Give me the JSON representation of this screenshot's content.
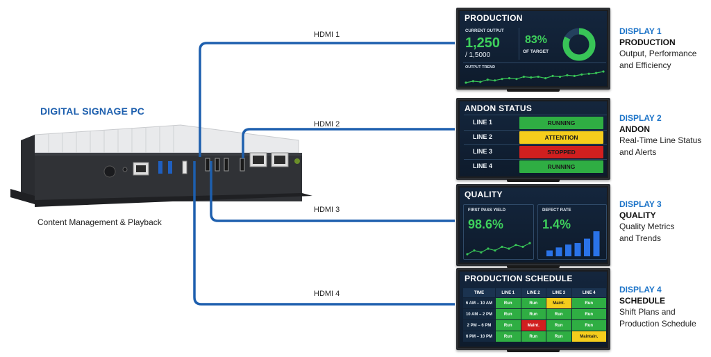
{
  "pc": {
    "title": "DIGITAL SIGNAGE PC",
    "caption": "Content Management & Playback"
  },
  "colors": {
    "cable": "#1d5fae",
    "accent_blue": "#1d74c8",
    "run_green": "#2fae43",
    "attention_yellow": "#f5cd1c",
    "stopped_red": "#d11f1f"
  },
  "cables": {
    "hdmi1": "HDMI 1",
    "hdmi2": "HDMI 2",
    "hdmi3": "HDMI 3",
    "hdmi4": "HDMI 4"
  },
  "display1": {
    "title": "PRODUCTION",
    "current_output_label": "CURRENT OUTPUT",
    "current_output": "1,250",
    "target": "/ 1,5000",
    "percent": "83%",
    "percent_label": "OF TARGET",
    "percent_value": 83,
    "trend_label": "OUTPUT TREND",
    "trend_values": [
      4,
      6,
      5,
      8,
      7,
      9,
      10,
      9,
      12,
      11,
      12,
      10,
      13,
      12,
      14,
      13,
      15,
      16,
      17,
      19
    ]
  },
  "display2": {
    "title": "ANDON STATUS",
    "rows": [
      {
        "line": "LINE 1",
        "status": "RUNNING",
        "state": "run"
      },
      {
        "line": "LINE 2",
        "status": "ATTENTION",
        "state": "maint"
      },
      {
        "line": "LINE 3",
        "status": "STOPPED",
        "state": "stop"
      },
      {
        "line": "LINE 4",
        "status": "RUNNING",
        "state": "run"
      }
    ]
  },
  "display3": {
    "title": "QUALITY",
    "fpy_label": "FIRST PASS YIELD",
    "fpy_value": "98.6%",
    "fpy_trend": [
      3,
      5,
      4,
      6,
      5,
      7,
      6,
      8,
      7,
      9
    ],
    "defect_label": "DEFECT RATE",
    "defect_value": "1.4%",
    "defect_bars": [
      2,
      3,
      4,
      4.5,
      6,
      8.5
    ]
  },
  "display4": {
    "title": "PRODUCTION SCHEDULE",
    "headers": [
      "TIME",
      "LINE 1",
      "LINE 2",
      "LINE 3",
      "LINE 4"
    ],
    "rows": [
      {
        "time": "6 AM – 10 AM",
        "cells": [
          {
            "t": "Run",
            "s": "run"
          },
          {
            "t": "Run",
            "s": "run"
          },
          {
            "t": "Maint.",
            "s": "maint"
          },
          {
            "t": "Run",
            "s": "run"
          }
        ]
      },
      {
        "time": "10 AM – 2 PM",
        "cells": [
          {
            "t": "Run",
            "s": "run"
          },
          {
            "t": "Run",
            "s": "run"
          },
          {
            "t": "Run",
            "s": "run"
          },
          {
            "t": "Run",
            "s": "run"
          }
        ]
      },
      {
        "time": "2 PM – 6 PM",
        "cells": [
          {
            "t": "Run",
            "s": "run"
          },
          {
            "t": "Maint.",
            "s": "stop"
          },
          {
            "t": "Run",
            "s": "run"
          },
          {
            "t": "Run",
            "s": "run"
          }
        ]
      },
      {
        "time": "6 PM – 10 PM",
        "cells": [
          {
            "t": "Run",
            "s": "run"
          },
          {
            "t": "Run",
            "s": "run"
          },
          {
            "t": "Run",
            "s": "run"
          },
          {
            "t": "Maintain.",
            "s": "maint"
          }
        ]
      }
    ]
  },
  "side_labels": [
    {
      "num": "DISPLAY 1",
      "name": "PRODUCTION",
      "desc1": "Output, Performance",
      "desc2": "and Efficiency"
    },
    {
      "num": "DISPLAY 2",
      "name": "ANDON",
      "desc1": "Real-Time Line Status",
      "desc2": "and Alerts"
    },
    {
      "num": "DISPLAY 3",
      "name": "QUALITY",
      "desc1": "Quality Metrics",
      "desc2": "and Trends"
    },
    {
      "num": "DISPLAY 4",
      "name": "SCHEDULE",
      "desc1": "Shift Plans and",
      "desc2": "Production Schedule"
    }
  ]
}
